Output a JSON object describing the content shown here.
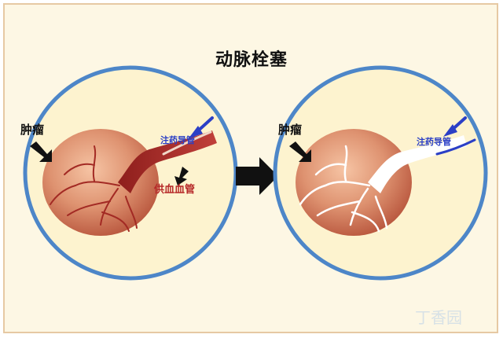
{
  "title": "动脉栓塞",
  "left_panel": {
    "tumor_label": "肿瘤",
    "catheter_label": "注药导管",
    "vessel_label": "供血血管"
  },
  "right_panel": {
    "tumor_label": "肿瘤",
    "catheter_label": "注药导管"
  },
  "watermark": "丁香园",
  "colors": {
    "background": "#fdf7e4",
    "circle_border": "#4d86c8",
    "vessel_red": "#a32a24",
    "catheter_blue": "#2b3fc6",
    "embolized_white": "#ffffff"
  }
}
